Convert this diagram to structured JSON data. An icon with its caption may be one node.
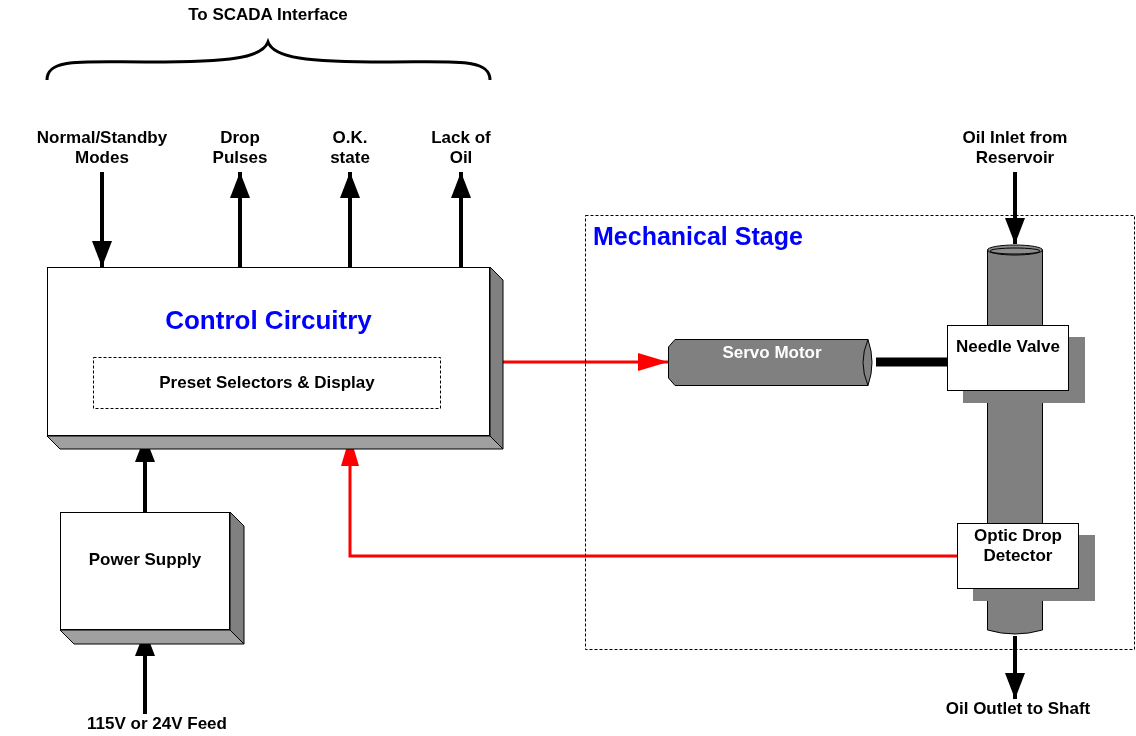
{
  "diagram": {
    "nodes": [
      {
        "text": [
          "Normal/Standby Modes"
        ]
      },
      {
        "text": [
          "Drop Pulses"
        ]
      },
      {
        "text": [
          "O.K. state"
        ]
      },
      {
        "text": [
          "Lack of Oil"
        ]
      },
      {
        "text": [
          "Control Circuitry"
        ]
      },
      {
        "text": [
          "Preset Selectors & Display"
        ],
        "in": 4
      },
      {
        "text": [
          "Power Supply"
        ]
      },
      {
        "text": [
          "115V or 24V Feed"
        ]
      },
      {
        "text": [
          "Mechanical Stage"
        ]
      },
      {
        "text": [
          "Oil Inlet from Reservoir"
        ]
      },
      {
        "text": [],
        "shape": "cylinder",
        "in": 8
      },
      {
        "text": [
          "Servo Motor"
        ],
        "in": 8
      },
      {
        "text": [
          "Needle Valve"
        ],
        "in": 8
      },
      {
        "text": [
          "Optic Drop Detector"
        ],
        "in": 8
      },
      {
        "text": [
          "Oil Outlet to Shaft"
        ]
      }
    ],
    "edges": [
      {
        "from": 0,
        "to": 4,
        "arrow": "to"
      },
      {
        "from": 4,
        "to": 1,
        "arrow": "to"
      },
      {
        "from": 4,
        "to": 2,
        "arrow": "to"
      },
      {
        "from": 4,
        "to": 3,
        "arrow": "to"
      },
      {
        "from": 6,
        "to": 4,
        "arrow": "to"
      },
      {
        "from": 7,
        "to": 6,
        "arrow": "to"
      },
      {
        "from": 4,
        "to": 11,
        "arrow": "to",
        "color": "#ff0000"
      },
      {
        "from": 13,
        "to": 4,
        "arrow": "to",
        "color": "#ff0000"
      },
      {
        "from": 11,
        "to": 12,
        "arrow": "none",
        "style": "thick"
      },
      {
        "from": 9,
        "to": 10,
        "arrow": "to"
      },
      {
        "from": 10,
        "to": 14,
        "arrow": "to"
      }
    ],
    "labels": [
      "To SCADA Interface"
    ]
  }
}
